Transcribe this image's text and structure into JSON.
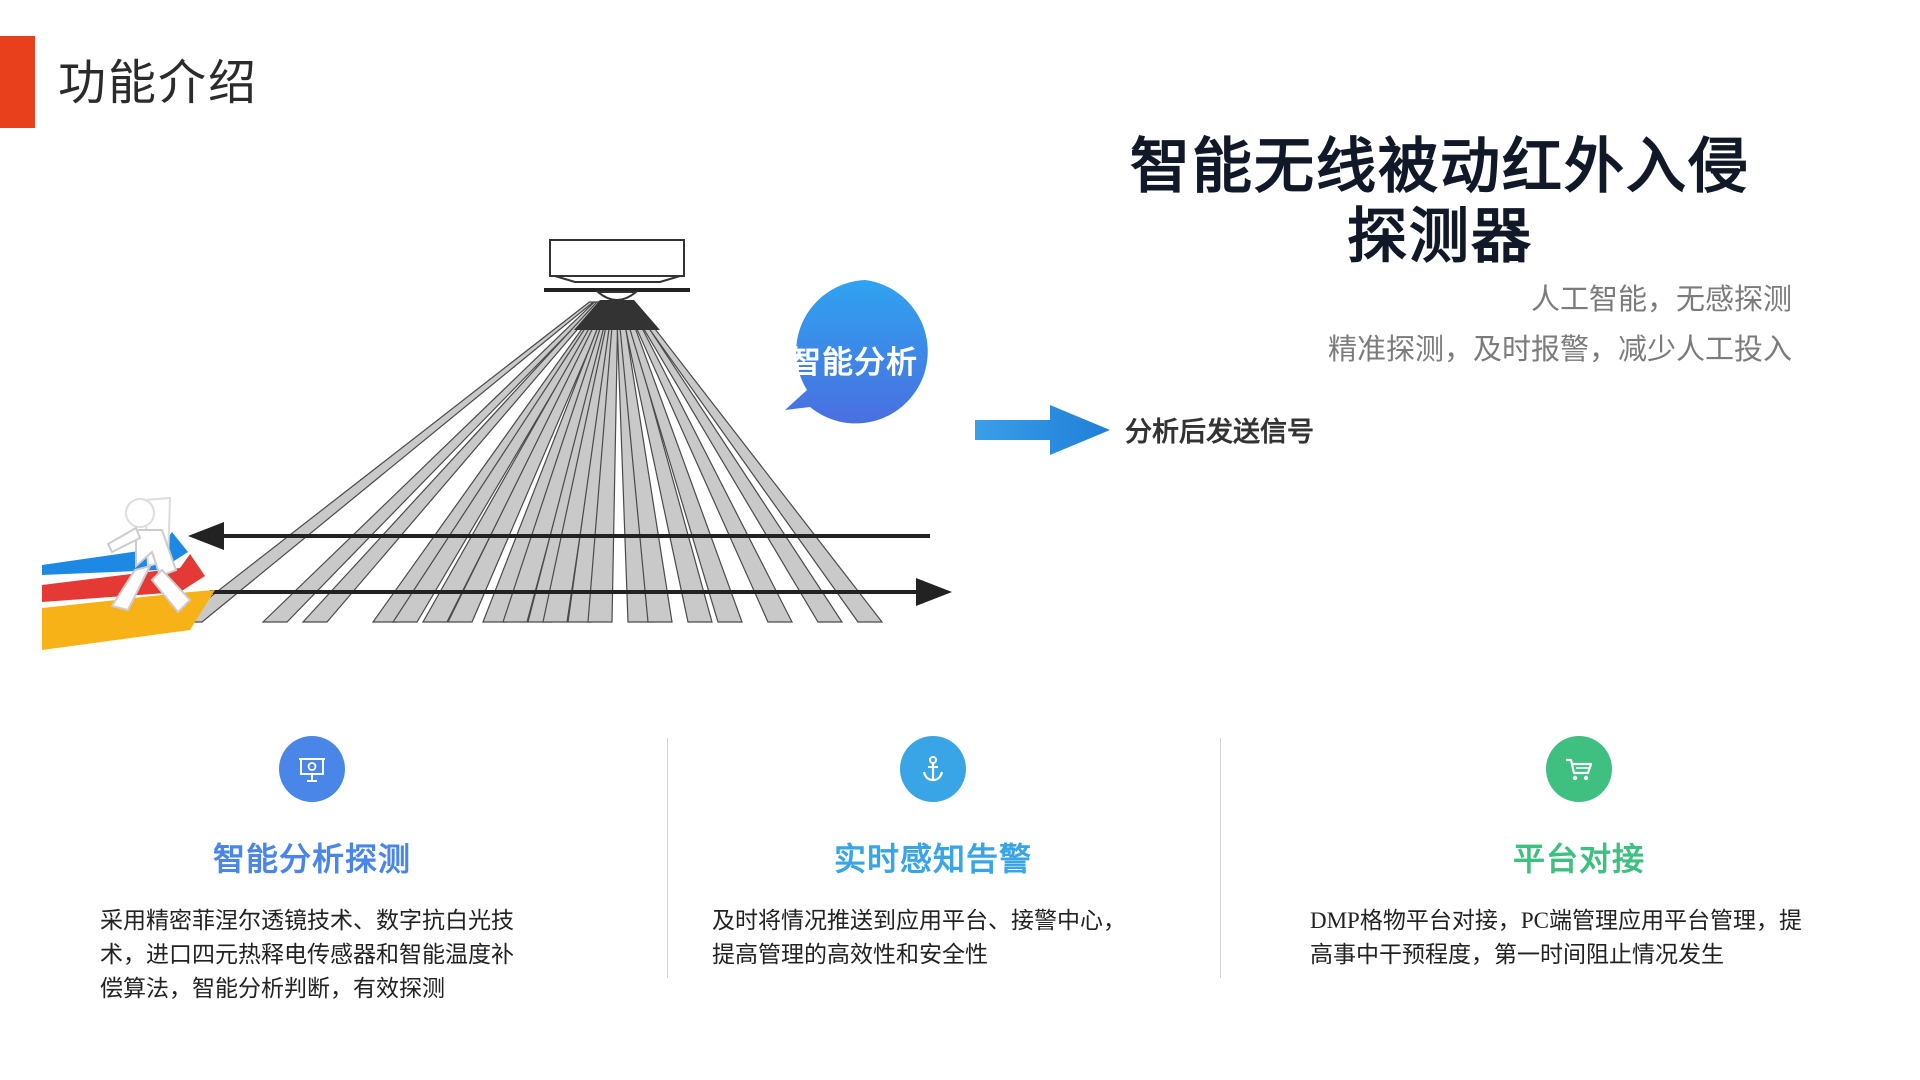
{
  "header": {
    "section_title": "功能介绍",
    "accent_color": "#e8401c"
  },
  "hero": {
    "title_line1": "智能无线被动红外入侵",
    "title_line2": "探测器",
    "subtitle_line1": "人工智能，无感探测",
    "subtitle_line2": "精准探测，及时报警，减少人工投入"
  },
  "diagram": {
    "bubble_label": "智能分析",
    "signal_label": "分析后发送信号",
    "bubble_color": "#3f86e0",
    "arrow_color": "#2c8de8"
  },
  "features": [
    {
      "icon": "presentation-icon",
      "color": "#4a86e8",
      "title": "智能分析探测",
      "desc_lines": [
        "采用精密菲涅尔透镜技术、数字抗白光技",
        "术，进口四元热释电传感器和智能温度补",
        "偿算法，智能分析判断，有效探测"
      ]
    },
    {
      "icon": "anchor-icon",
      "color": "#3aa5e6",
      "title": "实时感知告警",
      "desc_lines": [
        "及时将情况推送到应用平台、接警中心，",
        "提高管理的高效性和安全性"
      ]
    },
    {
      "icon": "cart-icon",
      "color": "#3fbf80",
      "title": "平台对接",
      "desc_lines": [
        "DMP格物平台对接，PC端管理应用平台管理，提",
        "高事中干预程度，第一时间阻止情况发生"
      ]
    }
  ]
}
